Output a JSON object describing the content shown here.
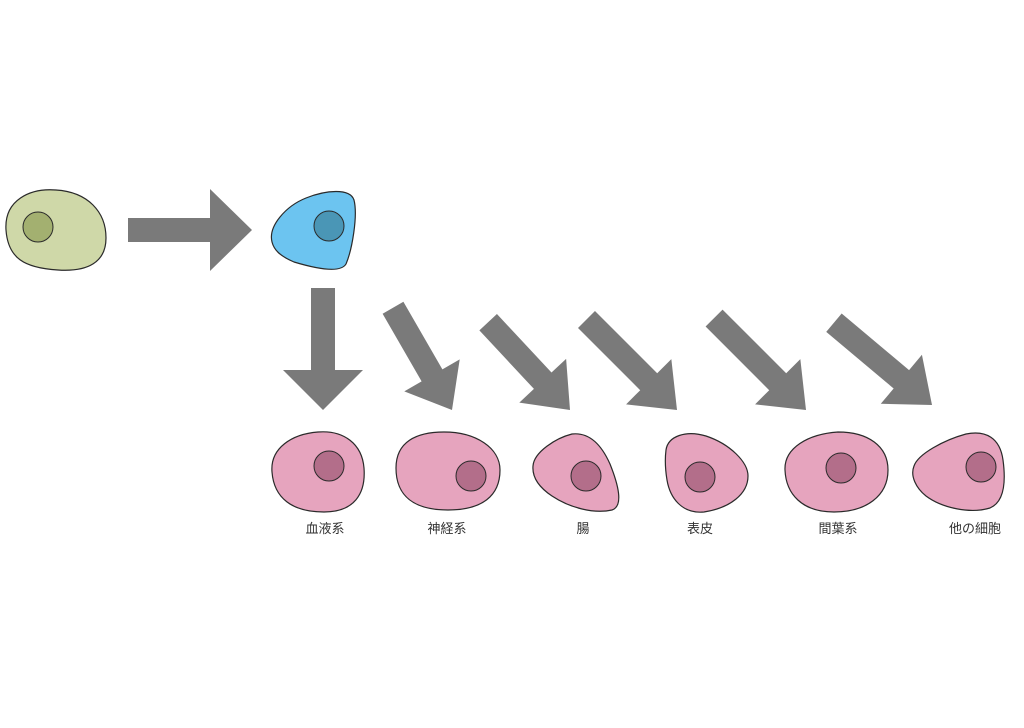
{
  "colors": {
    "source_cell": "#cfd8a8",
    "source_nucleus": "#a3b070",
    "progenitor_cell": "#6cc4f0",
    "progenitor_nucleus": "#4a96b6",
    "differentiated_cell": "#e6a4be",
    "differentiated_nucleus": "#b36e8a",
    "arrow": "#7a7a7a",
    "outline": "#2a2a2a"
  },
  "labels": {
    "blood": "血液系",
    "nerve": "神経系",
    "intestine": "腸",
    "epidermis": "表皮",
    "mesenchyme": "間葉系",
    "other": "他の細胞"
  }
}
